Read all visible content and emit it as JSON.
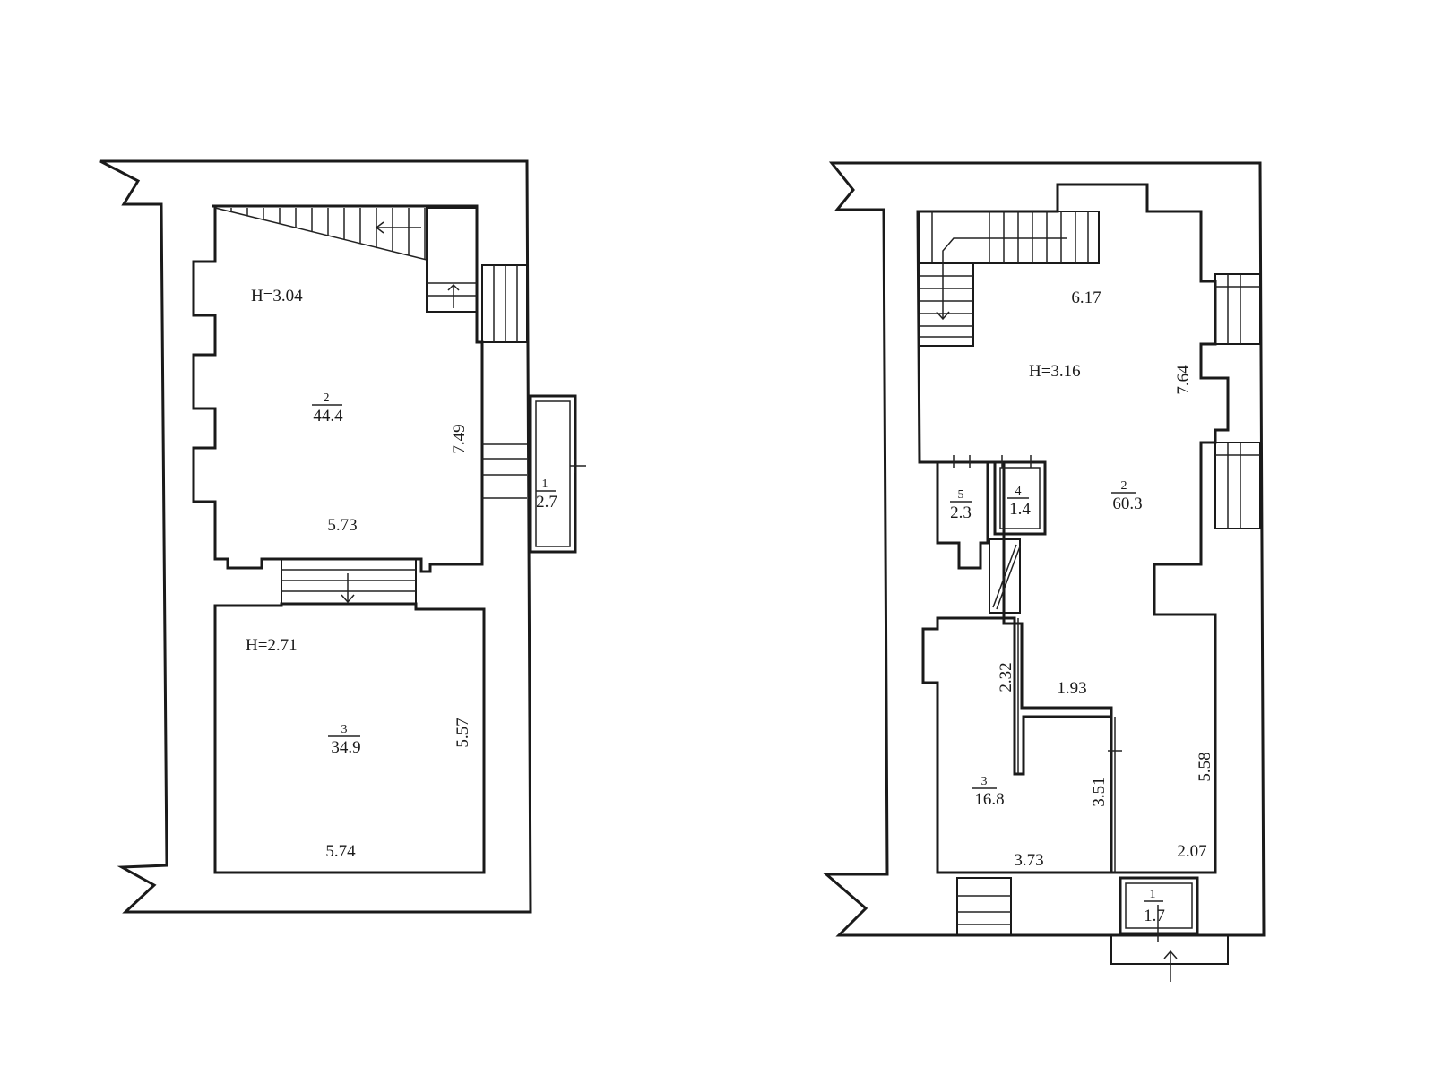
{
  "plans": [
    {
      "name": "left-plan",
      "heights": [
        "H=3.04",
        "H=2.71"
      ],
      "rooms": [
        {
          "number": "2",
          "area": "44.4"
        },
        {
          "number": "3",
          "area": "34.9"
        },
        {
          "number": "1",
          "area": "2.7"
        }
      ],
      "dimensions": [
        "7.49",
        "5.73",
        "5.57",
        "5.74"
      ]
    },
    {
      "name": "right-plan",
      "heights": [
        "H=3.16"
      ],
      "rooms": [
        {
          "number": "2",
          "area": "60.3"
        },
        {
          "number": "5",
          "area": "2.3"
        },
        {
          "number": "4",
          "area": "1.4"
        },
        {
          "number": "3",
          "area": "16.8"
        },
        {
          "number": "1",
          "area": "1.7"
        }
      ],
      "dimensions": [
        "6.17",
        "7.64",
        "2.32",
        "1.93",
        "3.51",
        "5.58",
        "3.73",
        "2.07"
      ]
    }
  ]
}
